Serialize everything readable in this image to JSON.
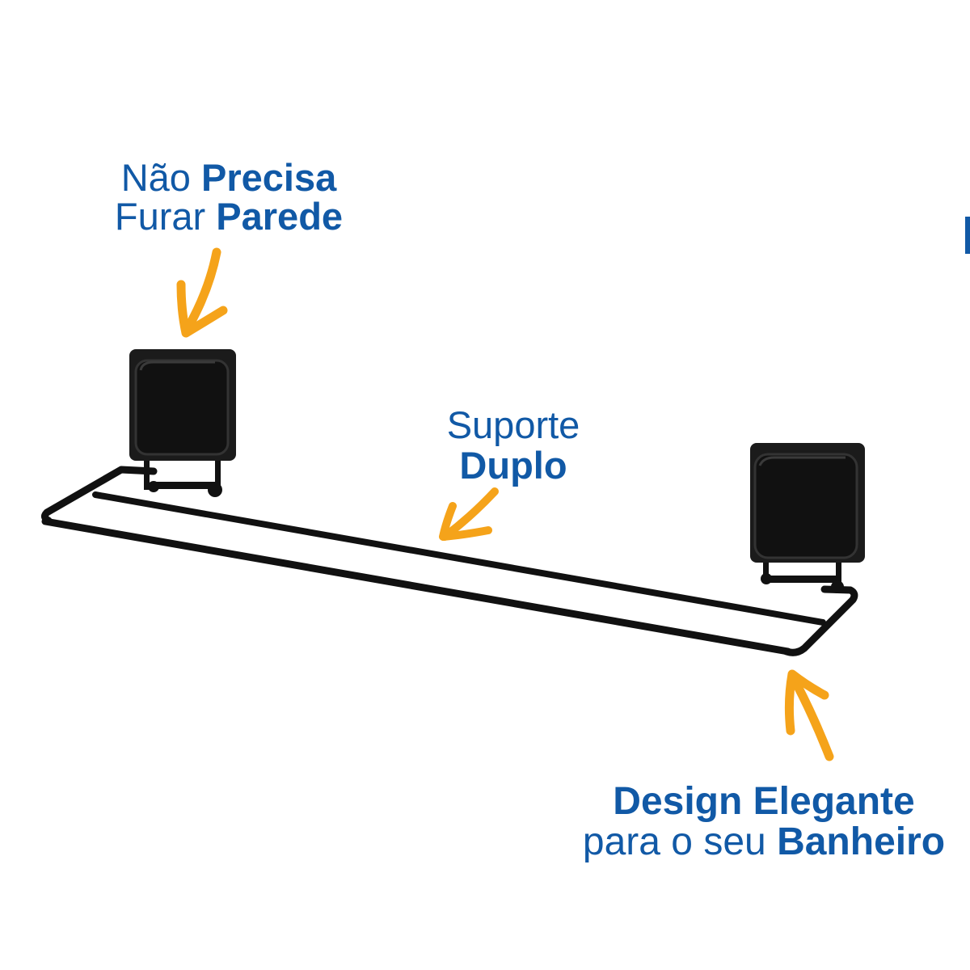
{
  "colors": {
    "text_blue": "#1159a6",
    "arrow_orange": "#f5a31a",
    "product_black": "#111111"
  },
  "annotations": {
    "no_drill": {
      "line1_light": "Não ",
      "line1_bold": "Precisa",
      "line2_light": "Furar ",
      "line2_bold": "Parede"
    },
    "double_support": {
      "line1_light": "Suporte",
      "line2_bold": "Duplo"
    },
    "elegant_design": {
      "line1_bold": "Design Elegante",
      "line2_light": "para o seu ",
      "line2_bold": "Banheiro"
    }
  },
  "icons": {
    "arrow": "hand-drawn-arrow-icon",
    "product": "double-towel-bar-with-suction-mounts"
  }
}
